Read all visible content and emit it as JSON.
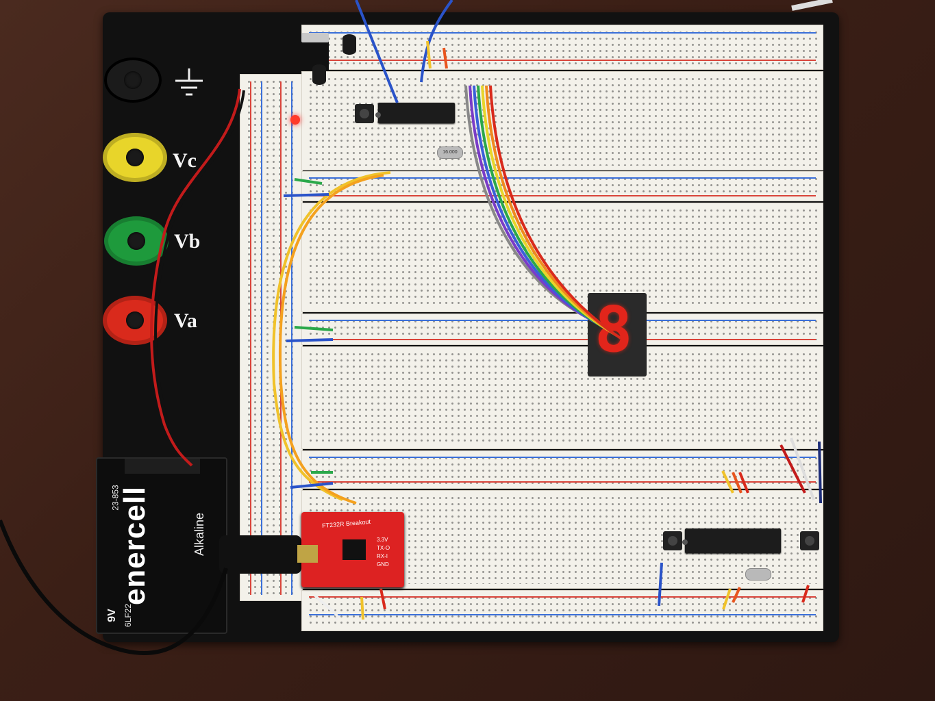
{
  "binding_posts": [
    {
      "label": "Vc",
      "color": "#e8d52a"
    },
    {
      "label": "Vb",
      "color": "#1e9a3c"
    },
    {
      "label": "Va",
      "color": "#d92a1c"
    }
  ],
  "battery": {
    "brand": "enercell",
    "type": "Alkaline",
    "voltage": "9V",
    "model": "6LF22",
    "part": "23-853"
  },
  "ftdi_board": {
    "title": "FT232R Breakout",
    "pins": [
      "3.3V",
      "TX-O",
      "RX-I",
      "GND"
    ]
  },
  "display": {
    "digit": "8",
    "color": "#e2251b"
  },
  "crystal_label": "16.000",
  "colors": {
    "board": "#111111",
    "breadboard": "#f3f1ea",
    "rail_red": "#d9443a",
    "rail_blue": "#3a6fd9"
  }
}
